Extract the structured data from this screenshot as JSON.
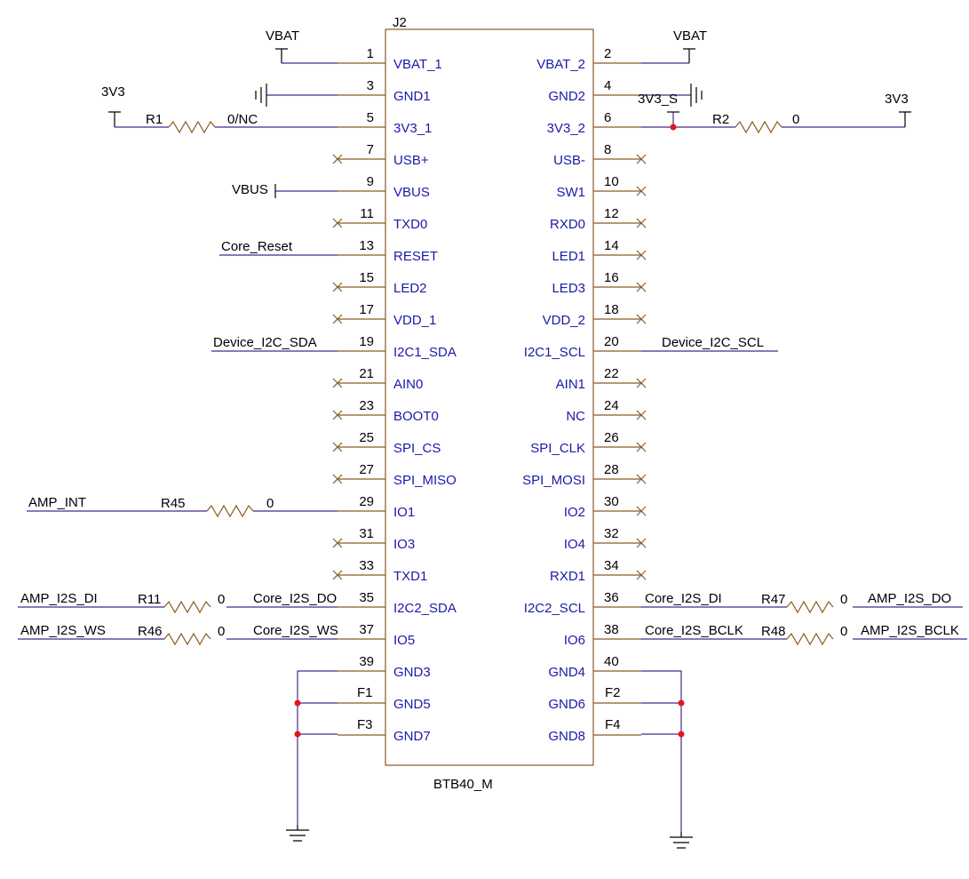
{
  "component": {
    "refdes": "J2",
    "value": "BTB40_M"
  },
  "pins_left": [
    {
      "num": "1",
      "name": "VBAT_1"
    },
    {
      "num": "3",
      "name": "GND1"
    },
    {
      "num": "5",
      "name": "3V3_1"
    },
    {
      "num": "7",
      "name": "USB+"
    },
    {
      "num": "9",
      "name": "VBUS"
    },
    {
      "num": "11",
      "name": "TXD0"
    },
    {
      "num": "13",
      "name": "RESET"
    },
    {
      "num": "15",
      "name": "LED2"
    },
    {
      "num": "17",
      "name": "VDD_1"
    },
    {
      "num": "19",
      "name": "I2C1_SDA"
    },
    {
      "num": "21",
      "name": "AIN0"
    },
    {
      "num": "23",
      "name": "BOOT0"
    },
    {
      "num": "25",
      "name": "SPI_CS"
    },
    {
      "num": "27",
      "name": "SPI_MISO"
    },
    {
      "num": "29",
      "name": "IO1"
    },
    {
      "num": "31",
      "name": "IO3"
    },
    {
      "num": "33",
      "name": "TXD1"
    },
    {
      "num": "35",
      "name": "I2C2_SDA"
    },
    {
      "num": "37",
      "name": "IO5"
    },
    {
      "num": "39",
      "name": "GND3"
    },
    {
      "num": "",
      "name": "GND5"
    },
    {
      "num": "",
      "name": "GND7"
    }
  ],
  "pins_right": [
    {
      "num": "2",
      "name": "VBAT_2"
    },
    {
      "num": "4",
      "name": "GND2"
    },
    {
      "num": "6",
      "name": "3V3_2"
    },
    {
      "num": "8",
      "name": "USB-"
    },
    {
      "num": "10",
      "name": "SW1"
    },
    {
      "num": "12",
      "name": "RXD0"
    },
    {
      "num": "14",
      "name": "LED1"
    },
    {
      "num": "16",
      "name": "LED3"
    },
    {
      "num": "18",
      "name": "VDD_2"
    },
    {
      "num": "20",
      "name": "I2C1_SCL"
    },
    {
      "num": "22",
      "name": "AIN1"
    },
    {
      "num": "24",
      "name": "NC"
    },
    {
      "num": "26",
      "name": "SPI_CLK"
    },
    {
      "num": "28",
      "name": "SPI_MOSI"
    },
    {
      "num": "30",
      "name": "IO2"
    },
    {
      "num": "32",
      "name": "IO4"
    },
    {
      "num": "34",
      "name": "RXD1"
    },
    {
      "num": "36",
      "name": "I2C2_SCL"
    },
    {
      "num": "38",
      "name": "IO6"
    },
    {
      "num": "40",
      "name": "GND4"
    },
    {
      "num": "",
      "name": "GND6"
    },
    {
      "num": "",
      "name": "GND8"
    }
  ],
  "fiducials": {
    "f1": "F1",
    "f2": "F2",
    "f3": "F3",
    "f4": "F4"
  },
  "power": {
    "vbat_left": "VBAT",
    "vbat_right": "VBAT",
    "v3v3_left": "3V3",
    "v3v3_right": "3V3",
    "v3v3_s": "3V3_S",
    "vbus": "VBUS"
  },
  "nets": {
    "core_reset": "Core_Reset",
    "device_i2c_sda": "Device_I2C_SDA",
    "device_i2c_scl": "Device_I2C_SCL",
    "amp_int": "AMP_INT",
    "amp_i2s_di": "AMP_I2S_DI",
    "core_i2s_do": "Core_I2S_DO",
    "amp_i2s_ws": "AMP_I2S_WS",
    "core_i2s_ws": "Core_I2S_WS",
    "core_i2s_di": "Core_I2S_DI",
    "amp_i2s_do": "AMP_I2S_DO",
    "core_i2s_bclk": "Core_I2S_BCLK",
    "amp_i2s_bclk": "AMP_I2S_BCLK"
  },
  "resistors": {
    "r1": {
      "ref": "R1",
      "value": "0/NC"
    },
    "r2": {
      "ref": "R2",
      "value": "0"
    },
    "r45": {
      "ref": "R45",
      "value": "0"
    },
    "r11": {
      "ref": "R11",
      "value": "0"
    },
    "r46": {
      "ref": "R46",
      "value": "0"
    },
    "r47": {
      "ref": "R47",
      "value": "0"
    },
    "r48": {
      "ref": "R48",
      "value": "0"
    }
  },
  "colors": {
    "wire": "#4b2690",
    "pin": "#8b5a20",
    "pin_name": "#1a1aa8",
    "junction": "#e0171f",
    "text": "#000000"
  }
}
